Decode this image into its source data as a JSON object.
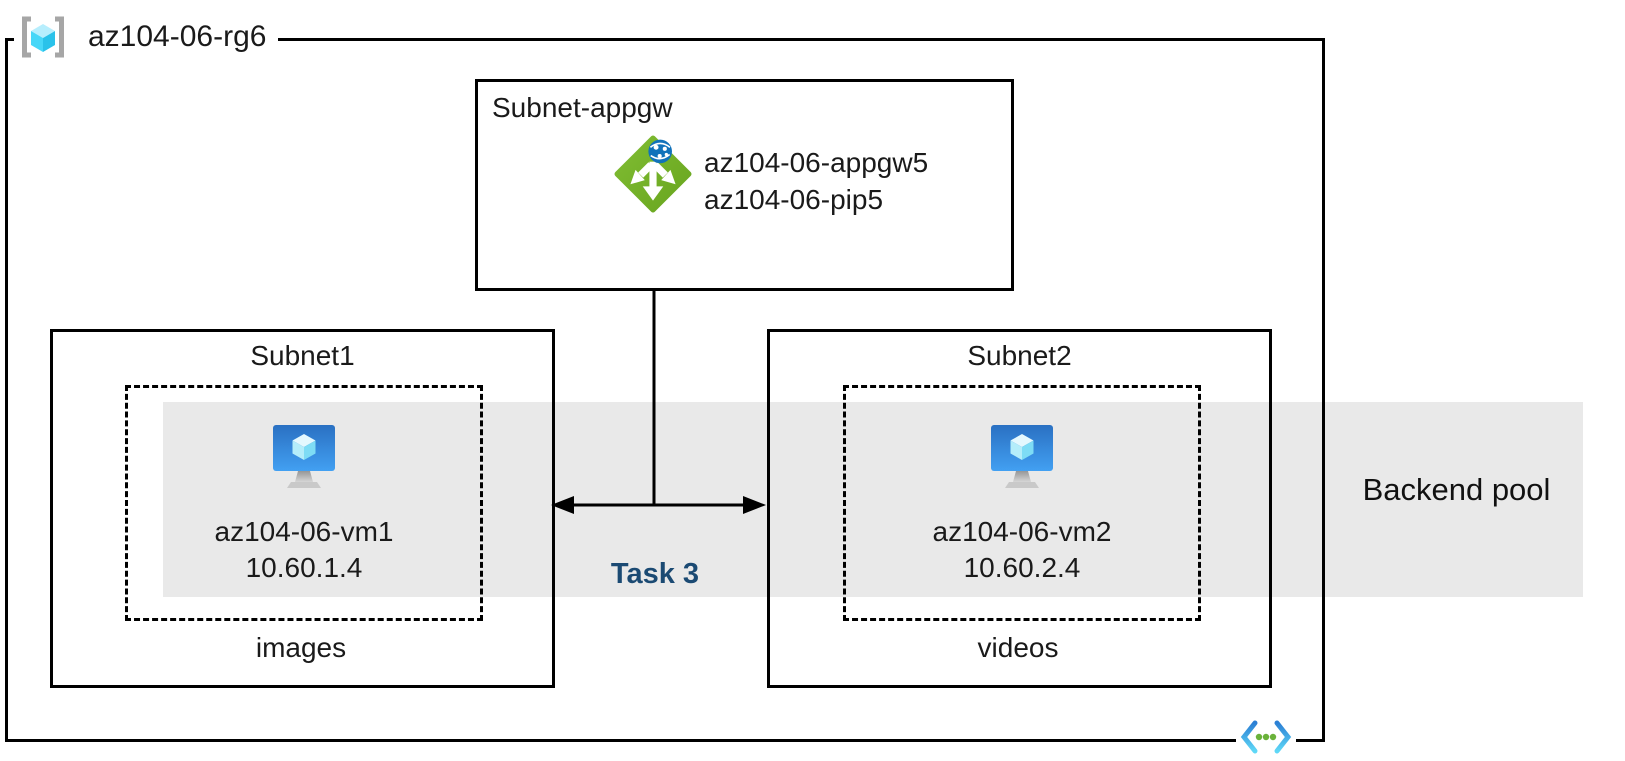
{
  "resource_group": {
    "name": "az104-06-rg6"
  },
  "appgw_subnet": {
    "name": "Subnet-appgw",
    "gateway_name": "az104-06-appgw5",
    "public_ip_name": "az104-06-pip5"
  },
  "subnet1": {
    "name": "Subnet1",
    "vm_name": "az104-06-vm1",
    "vm_ip": "10.60.1.4",
    "app_label": "images"
  },
  "subnet2": {
    "name": "Subnet2",
    "vm_name": "az104-06-vm2",
    "vm_ip": "10.60.2.4",
    "app_label": "videos"
  },
  "annotations": {
    "task": "Task 3",
    "backend_pool": "Backend pool"
  },
  "icons": {
    "resource_group": "resource-group-icon",
    "application_gateway": "application-gateway-icon",
    "virtual_machine": "vm-icon",
    "virtual_network": "virtual-network-icon"
  },
  "colors": {
    "appgw_green": "#76b42a",
    "globe_blue": "#1172ba",
    "vm_screen_blue_top": "#2a70c2",
    "vm_screen_blue_bottom": "#42a0f2",
    "cube_cyan": "#47d7f8",
    "band_gray": "#e9e9e9",
    "task_navy": "#1b4a73",
    "line_black": "#000000"
  }
}
